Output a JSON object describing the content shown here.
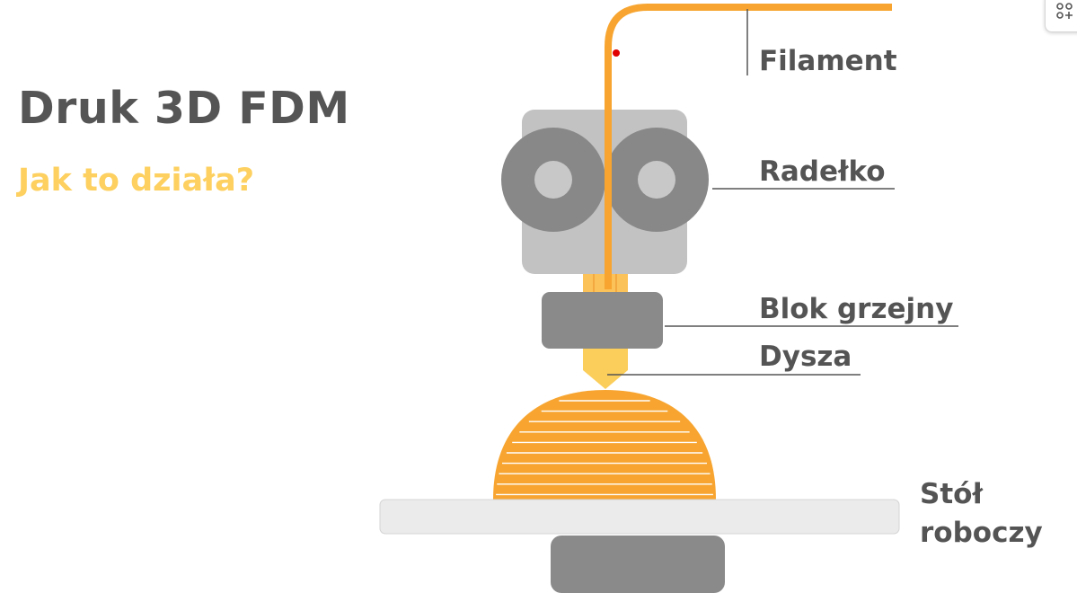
{
  "header": {
    "title": "Druk 3D FDM",
    "subtitle": "Jak to działa?"
  },
  "labels": {
    "filament": "Filament",
    "knurl": "Radełko",
    "heater_block": "Blok grzejny",
    "nozzle": "Dysza",
    "bed_line1": "Stół",
    "bed_line2": "roboczy"
  },
  "corner_button": {
    "icon": "apps-add-icon"
  },
  "colors": {
    "title": "#555555",
    "subtitle": "#fdd05f",
    "filament": "#f7a530",
    "print": "#f7a530",
    "body_light": "#c2c2c2",
    "wheel_outer": "#888888",
    "wheel_inner": "#c8c8c8",
    "heater_block": "#8a8a8a",
    "nozzle": "#fbcd5a",
    "bed": "#ebebeb",
    "bed_base": "#8a8a8a",
    "marker": "#e00000"
  }
}
